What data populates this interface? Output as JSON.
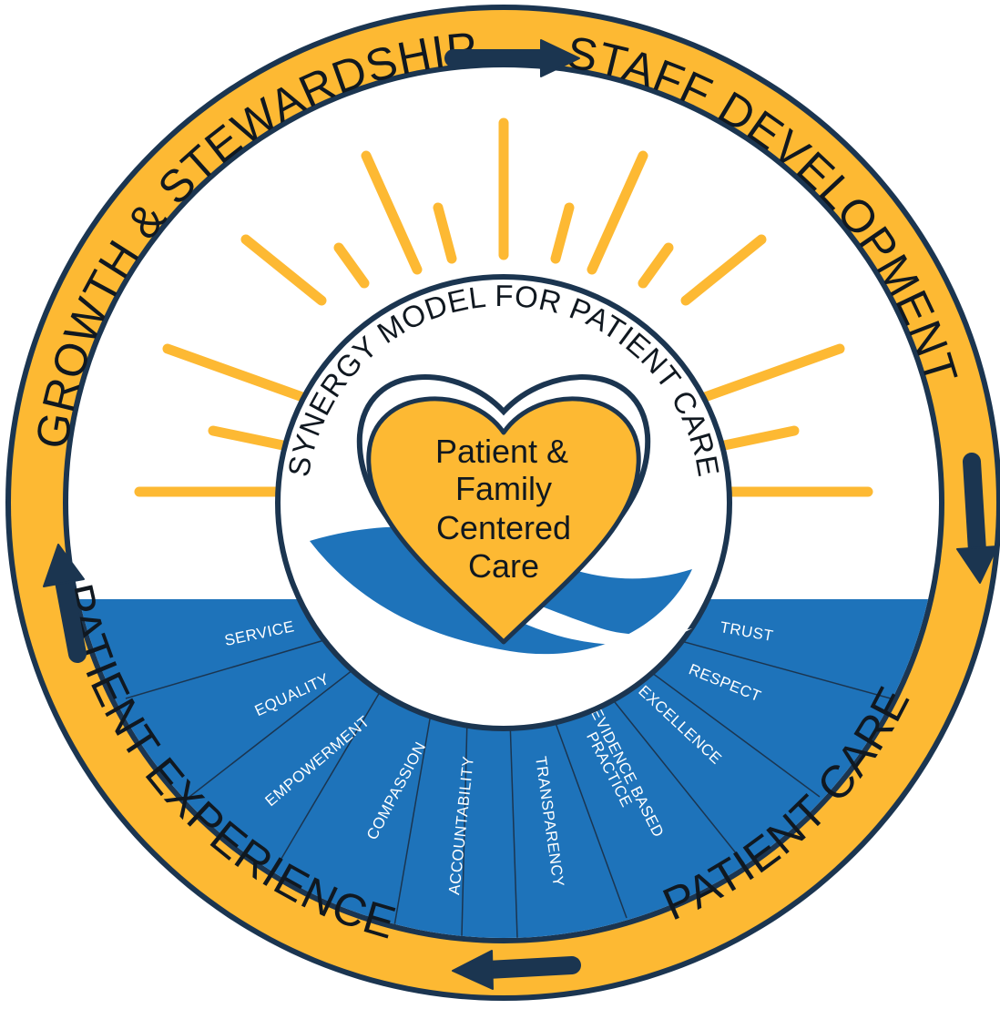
{
  "colors": {
    "gold": "#FDB933",
    "navy": "#1B3550",
    "blue": "#1E73BA",
    "white": "#FFFFFF",
    "text": "#101820"
  },
  "ring": {
    "top_left": "GROWTH & STEWARDSHIP",
    "top_right": "STAFF DEVELOPMENT",
    "bottom_right": "PATIENT EXPERIENCE",
    "bottom_left": "PATIENT CARE"
  },
  "inner_ring_label": "SYNERGY MODEL FOR PATIENT CARE",
  "heart": {
    "line1": "Patient &",
    "line2": "Family",
    "line3": "Centered",
    "line4": "Care"
  },
  "values": {
    "service": "SERVICE",
    "equality": "EQUALITY",
    "empowerment": "EMPOWERMENT",
    "compassion": "COMPASSION",
    "accountability": "ACCOUNTABILITY",
    "transparency": "TRANSPARENCY",
    "evidence_line1": "EVIDENCE BASED",
    "evidence_line2": "PRACTICE",
    "excellence": "EXCELLENCE",
    "respect": "RESPECT",
    "trust": "TRUST"
  },
  "arrows": [
    "right-arrow-icon",
    "down-arrow-icon",
    "left-arrow-icon",
    "up-arrow-icon"
  ]
}
